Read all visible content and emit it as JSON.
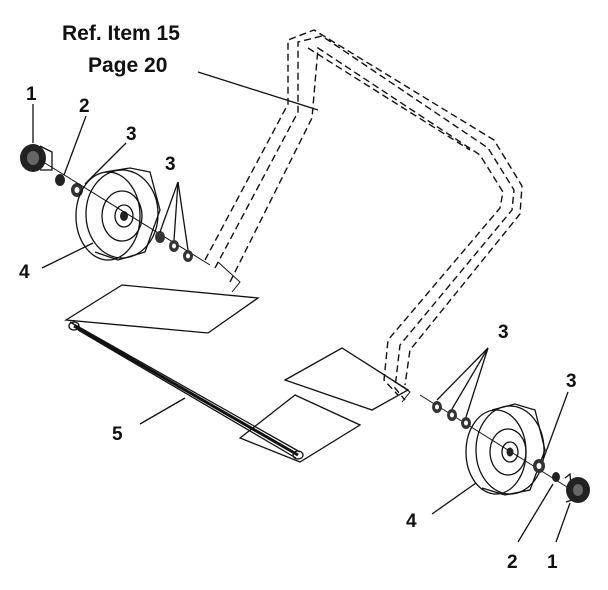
{
  "reference": {
    "line1": "Ref. Item 15",
    "line2": "Page 20"
  },
  "callouts": [
    {
      "id": "c1-left",
      "text": "1"
    },
    {
      "id": "c2-left",
      "text": "2"
    },
    {
      "id": "c3-left-a",
      "text": "3"
    },
    {
      "id": "c3-left-b",
      "text": "3"
    },
    {
      "id": "c4-left",
      "text": "4"
    },
    {
      "id": "c5",
      "text": "5"
    },
    {
      "id": "c3-right-a",
      "text": "3"
    },
    {
      "id": "c3-right-b",
      "text": "3"
    },
    {
      "id": "c4-right",
      "text": "4"
    },
    {
      "id": "c2-right",
      "text": "2"
    },
    {
      "id": "c1-right",
      "text": "1"
    }
  ]
}
